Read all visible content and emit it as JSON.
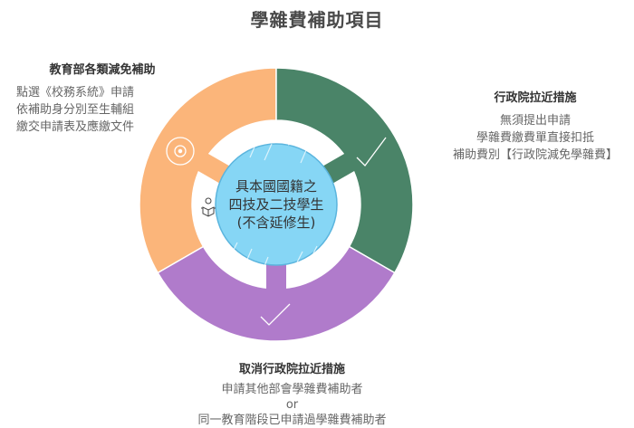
{
  "title": "學雜費補助項目",
  "center": {
    "lines": [
      "具本國國籍之",
      "四技及二技學生",
      "(不含延修生)"
    ],
    "icon": "reading-person-icon",
    "color": "#86D6F5"
  },
  "segments": [
    {
      "id": "moe-subsidy",
      "color": "#FBB57A",
      "icon": "target-icon",
      "heading": "教育部各類減免補助",
      "lines": [
        "點選《校務系統》申請",
        "依補助身分別至生輔組",
        "繳交申請表及應繳文件"
      ]
    },
    {
      "id": "exec-yuan-measure",
      "color": "#4A8468",
      "icon": "checkmark-icon",
      "heading": "行政院拉近措施",
      "lines": [
        "無須提出申請",
        "學雜費繳費單直接扣抵",
        "補助費別【行政院減免學雜費】"
      ]
    },
    {
      "id": "cancel-exec-yuan-measure",
      "color": "#B07BCB",
      "icon": "checkmark-icon",
      "heading": "取消行政院拉近措施",
      "lines": [
        "申請其他部會學雜費補助者",
        "or",
        "同一教育階段已申請過學雜費補助者"
      ]
    }
  ]
}
